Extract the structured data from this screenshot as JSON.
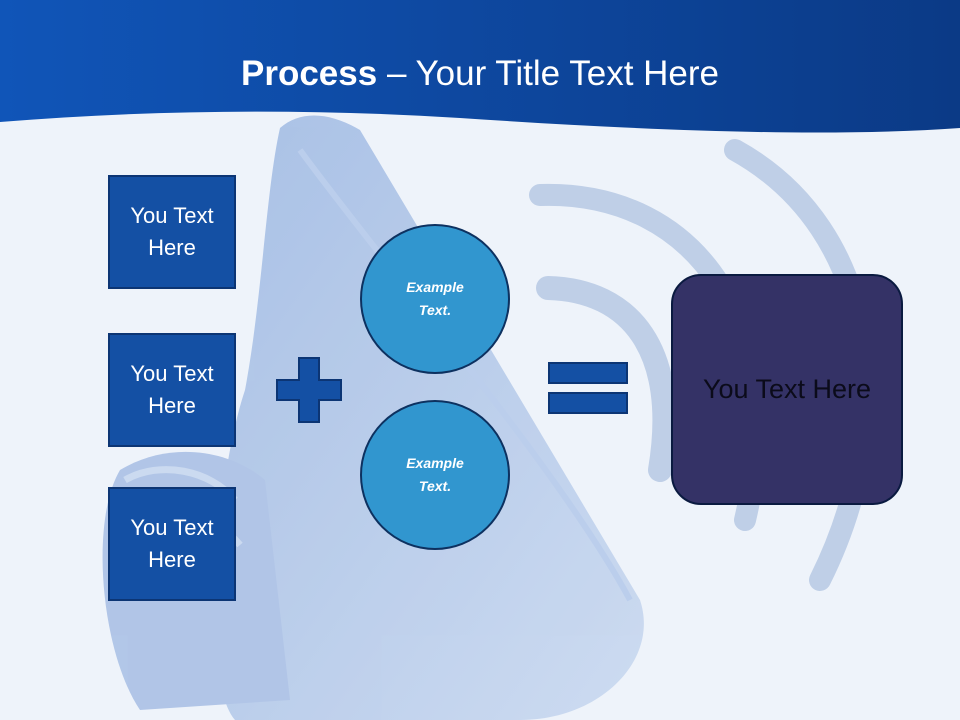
{
  "slide": {
    "title_bold": "Process",
    "title_rest": " – Your Title Text Here"
  },
  "inputs": [
    {
      "label": "You Text Here"
    },
    {
      "label": "You Text Here"
    },
    {
      "label": "You Text Here"
    }
  ],
  "operands": [
    {
      "label": "Example Text."
    },
    {
      "label": "Example Text."
    }
  ],
  "result": {
    "label": "You Text Here"
  },
  "colors": {
    "header": "#0f4fa8",
    "box_fill": "#1450a4",
    "circle_fill": "#3196cf",
    "result_fill": "#343266",
    "background": "#eef3fa"
  },
  "icons": [
    "plus-icon",
    "equals-icon",
    "speaker-icon",
    "sound-wave-icon"
  ]
}
